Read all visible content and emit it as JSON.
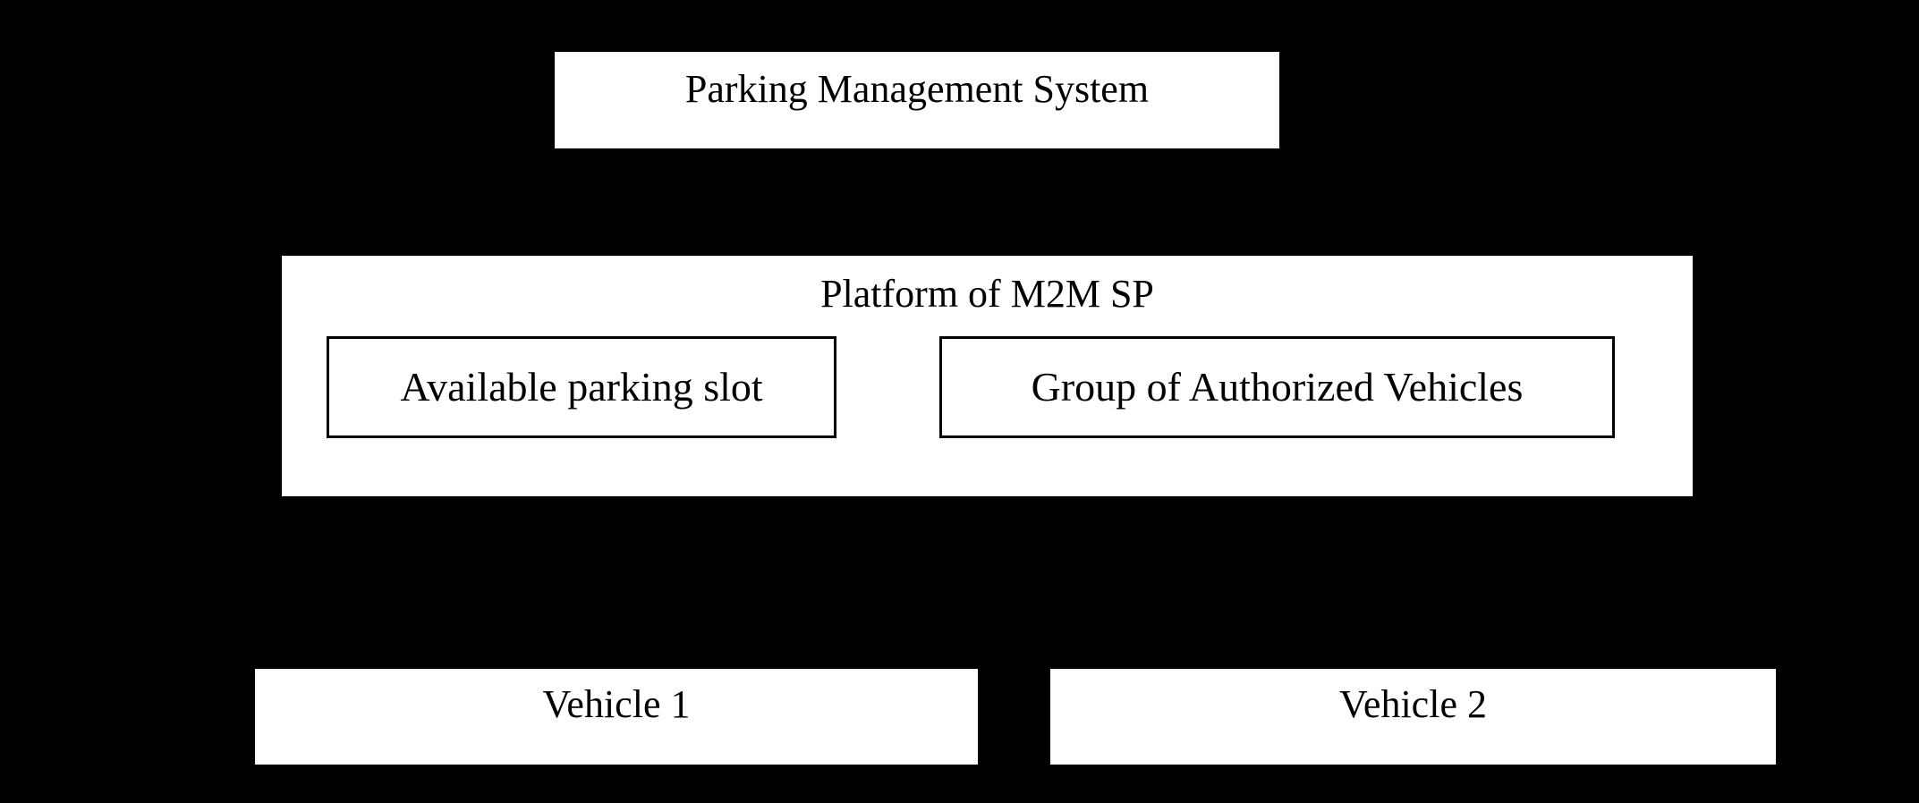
{
  "diagram": {
    "title": "Parking Management System",
    "background_color": "#000000",
    "box_fill_color": "#ffffff",
    "text_color": "#000000",
    "system": {
      "label": "Parking Management System"
    },
    "platform": {
      "label": "Platform of M2M SP",
      "components": [
        {
          "label": "Available parking slot"
        },
        {
          "label": "Group of Authorized Vehicles"
        }
      ]
    },
    "vehicles": [
      {
        "label": "Vehicle 1"
      },
      {
        "label": "Vehicle 2"
      }
    ]
  }
}
